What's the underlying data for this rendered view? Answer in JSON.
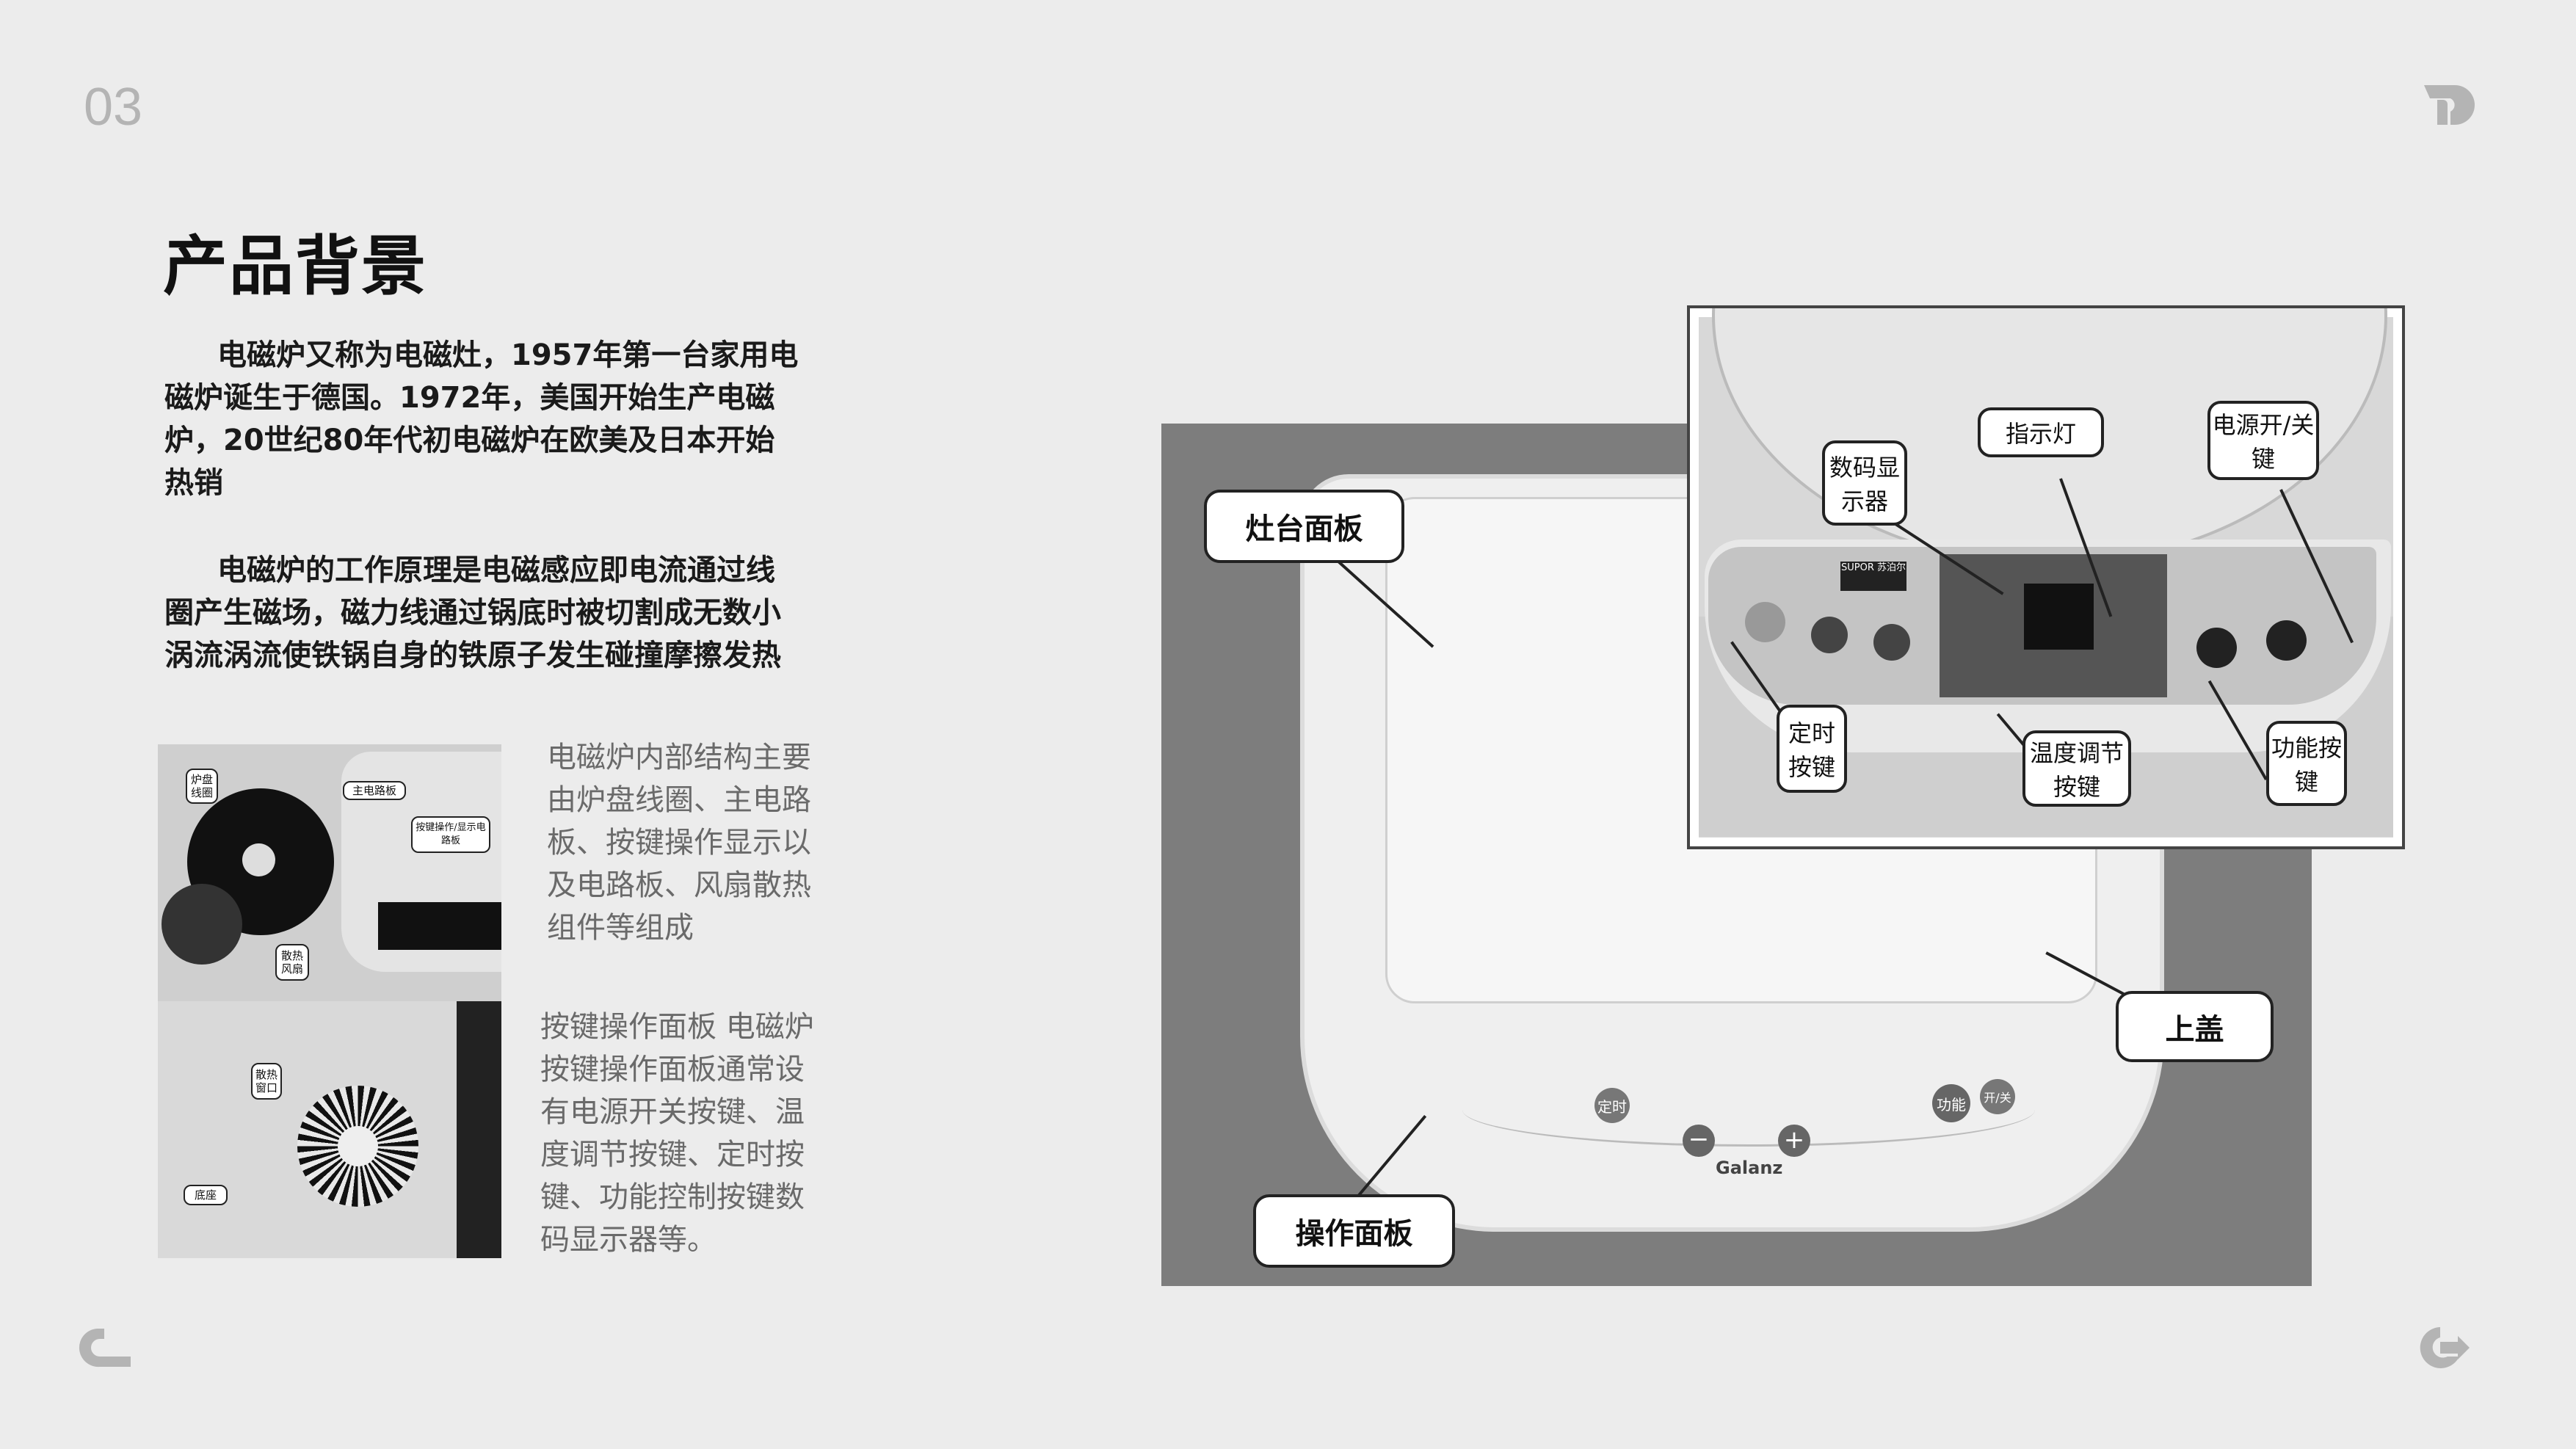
{
  "page_number": "03",
  "title": "产品背景",
  "paragraph1": [
    "电磁炉又称为电磁灶，1957年第一台家用电",
    "磁炉诞生于德国。1972年，美国开始生产电磁",
    "炉，20世纪80年代初电磁炉在欧美及日本开始",
    "热销"
  ],
  "paragraph2": [
    "电磁炉的工作原理是电磁感应即电流通过线",
    "圈产生磁场，磁力线通过锅底时被切割成无数小",
    "涡流涡流使铁锅自身的铁原子发生碰撞摩擦发热"
  ],
  "structure_text": [
    "电磁炉内部结构主要",
    "由炉盘线圈、主电路",
    "板、按键操作显示以",
    "及电路板、风扇散热",
    "组件等组成"
  ],
  "panel_text": [
    "按键操作面板 电磁炉",
    "按键操作面板通常设",
    "有电源开关按键、温",
    "度调节按键、定时按",
    "键、功能控制按键数",
    "码显示器等。"
  ],
  "interior_photo_labels": {
    "coil": "炉盘线圈",
    "main_board": "主电路板",
    "key_board": "按键操作/显示电路板",
    "fan": "散热风扇",
    "vent": "散热窗口",
    "base": "底座"
  },
  "cooktop_photo_labels": {
    "stove_panel": "灶台面板",
    "control_panel": "操作面板",
    "cover": "上盖",
    "brand": "Galanz",
    "timer_btn": "定时",
    "func_btn": "功能",
    "power_btn": "开/关"
  },
  "panel_photo_labels": {
    "display": "数码显示器",
    "indicator": "指示灯",
    "power_key": "电源开/关键",
    "timer_key": "定时按键",
    "temp_key": "温度调节按键",
    "function_key": "功能按键",
    "brand": "SUPOR 苏泊尔"
  },
  "icons": {
    "top_right": "d-logo-icon",
    "bottom_left": "prev-arrow-icon",
    "bottom_right": "next-arrow-icon"
  },
  "colors": {
    "background": "#ececec",
    "accent_gray": "#b4b4b4"
  }
}
